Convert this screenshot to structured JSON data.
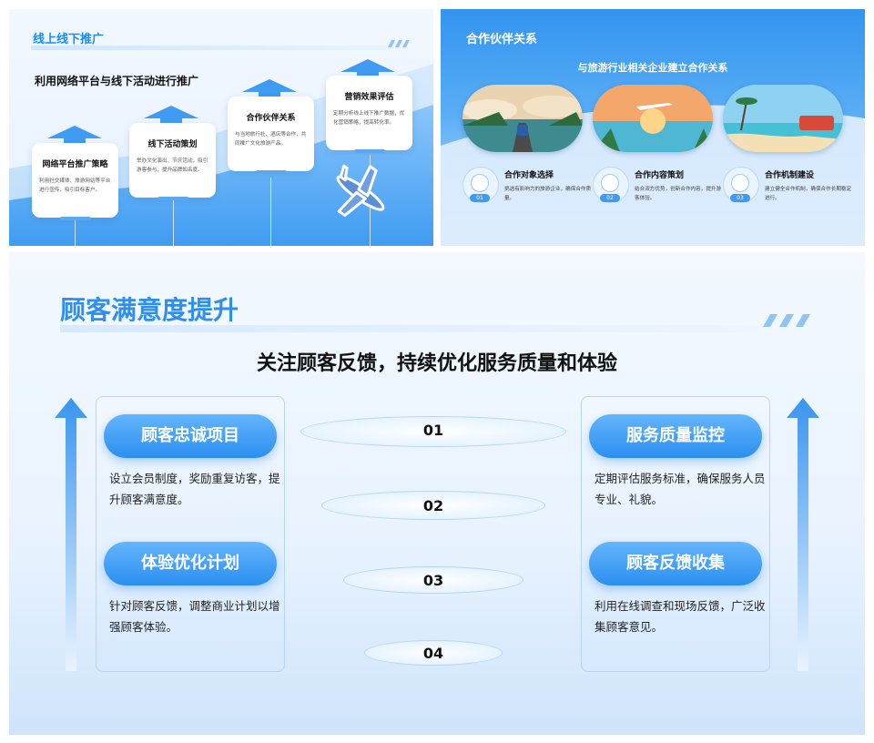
{
  "slide1": {
    "title": "线上线下推广",
    "subtitle": "利用网络平台与线下活动进行推广",
    "cards": [
      {
        "title": "网络平台推广策略",
        "desc": "利用社交媒体、旅游网站等平台进行宣传，吸引目标客户。"
      },
      {
        "title": "线下活动策划",
        "desc": "举办文化演出、节庆活动，吸引游客参与，提升品牌知名度。"
      },
      {
        "title": "合作伙伴关系",
        "desc": "与当地旅行社、酒店等合作，共同推广文化旅游产品。"
      },
      {
        "title": "营销效果评估",
        "desc": "定期分析线上线下推广数据，优化营销策略，提高转化率。"
      }
    ]
  },
  "slide2": {
    "title": "合作伙伴关系",
    "subtitle": "与旅游行业相关企业建立合作关系",
    "items": [
      {
        "num": "01",
        "title": "合作对象选择",
        "desc": "挑选有影响力的旅游企业，确保合作质量。",
        "icon": "location-icon"
      },
      {
        "num": "02",
        "title": "合作内容策划",
        "desc": "结合双方优势，创新合作内容，提升游客体验。",
        "icon": "network-icon"
      },
      {
        "num": "03",
        "title": "合作机制建设",
        "desc": "建立健全合作机制，确保合作长期稳定进行。",
        "icon": "inbox-icon"
      }
    ]
  },
  "slide3": {
    "title": "顾客满意度提升",
    "subtitle": "关注顾客反馈，持续优化服务质量和体验",
    "left": [
      {
        "label": "顾客忠诚项目",
        "desc": "设立会员制度，奖励重复访客，提升顾客满意度。"
      },
      {
        "label": "体验优化计划",
        "desc": "针对顾客反馈，调整商业计划以增强顾客体验。"
      }
    ],
    "right": [
      {
        "label": "服务质量监控",
        "desc": "定期评估服务标准，确保服务人员专业、礼貌。"
      },
      {
        "label": "顾客反馈收集",
        "desc": "利用在线调查和现场反馈，广泛收集顾客意见。"
      }
    ],
    "steps": [
      "01",
      "02",
      "03",
      "04"
    ]
  },
  "colors": {
    "accent": "#2f8ff0",
    "accent_light": "#64b5fb",
    "text": "#111111"
  }
}
